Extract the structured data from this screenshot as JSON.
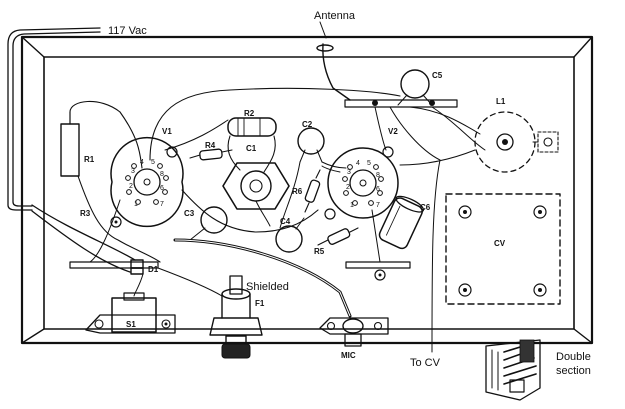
{
  "labels": {
    "mains": "117 Vac",
    "antenna": "Antenna",
    "shielded": "Shielded",
    "mic": "MIC",
    "to_cv": "To CV",
    "double_1": "Double",
    "double_2": "section"
  },
  "components": {
    "r1": "R1",
    "r2": "R2",
    "r3": "R3",
    "r4": "R4",
    "r5": "R5",
    "r6": "R6",
    "c1": "C1",
    "c2": "C2",
    "c3": "C3",
    "c4": "C4",
    "c5": "C5",
    "c6": "C6",
    "v1": "V1",
    "v2": "V2",
    "l1": "L1",
    "d1": "D1",
    "s1": "S1",
    "f1": "F1",
    "cv": "CV"
  },
  "pins": {
    "v1": [
      "1",
      "2",
      "3",
      "4",
      "5",
      "6",
      "7",
      "8"
    ],
    "v2": [
      "1",
      "2",
      "3",
      "4",
      "5",
      "6",
      "7",
      "8"
    ]
  }
}
